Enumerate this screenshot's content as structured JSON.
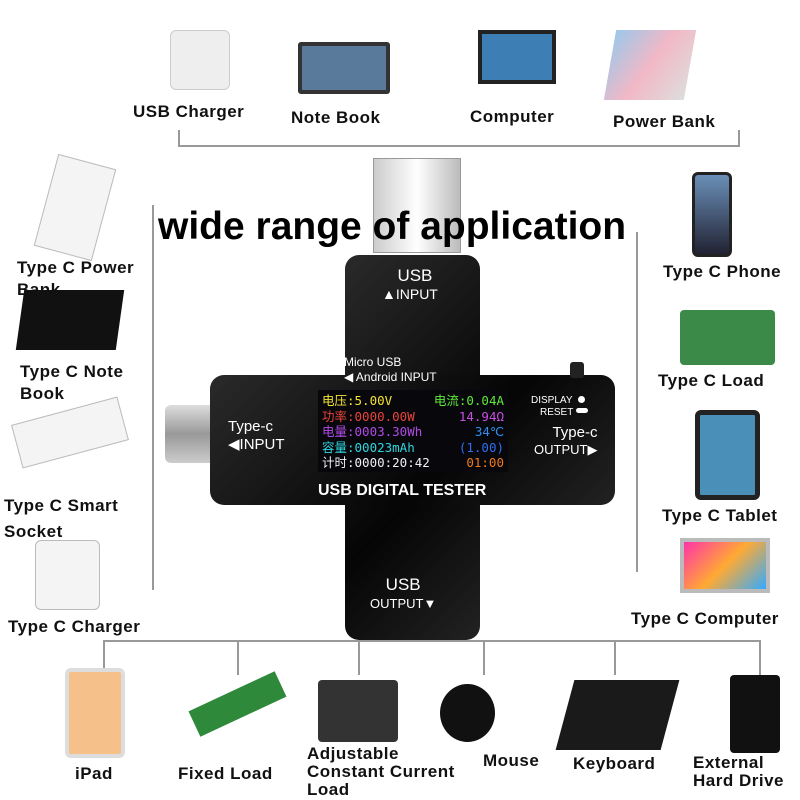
{
  "title": "wide range of application",
  "top": [
    "USB Charger",
    "Note Book",
    "Computer",
    "Power Bank"
  ],
  "left": [
    "Type C Power Bank",
    "Type C Note Book",
    "Type C Smart Socket",
    "Type C Charger"
  ],
  "right": [
    "Type C Phone",
    "Type C Load",
    "Type C Tablet",
    "Type C Computer"
  ],
  "bottom": [
    "iPad",
    "Fixed Load",
    "Adjustable Constant Current Load",
    "Mouse",
    "Keyboard",
    "External Hard Drive"
  ],
  "device": {
    "usb_input": "USB",
    "usb_input_sub": "▲INPUT",
    "micro_usb": "Micro USB",
    "micro_usb_sub": "◀ Android INPUT",
    "typec_input": "Type-c",
    "typec_input_sub": "◀INPUT",
    "typec_output": "Type-c",
    "typec_output_sub": "OUTPUT▶",
    "display": "DISPLAY",
    "reset": "RESET",
    "name": "USB DIGITAL TESTER",
    "usb_output": "USB",
    "usb_output_sub": "OUTPUT▼",
    "screen": [
      {
        "l": "电压:5.00V",
        "r": "电流:0.04A",
        "lc": "#f2e234",
        "rc": "#5ee83a"
      },
      {
        "l": "功率:0000.00W",
        "r": "14.94Ω",
        "lc": "#e8453a",
        "rc": "#c64ee0"
      },
      {
        "l": "电量:0003.30Wh",
        "r": "34℃",
        "lc": "#b04ae6",
        "rc": "#2f8ff0"
      },
      {
        "l": "容量:00023mAh",
        "r": "(1.00)",
        "lc": "#2ed6e0",
        "rc": "#2f6ff0"
      },
      {
        "l": "计时:0000:20:42",
        "r": "01:00",
        "lc": "#f0f0f0",
        "rc": "#f07a1a"
      }
    ]
  }
}
